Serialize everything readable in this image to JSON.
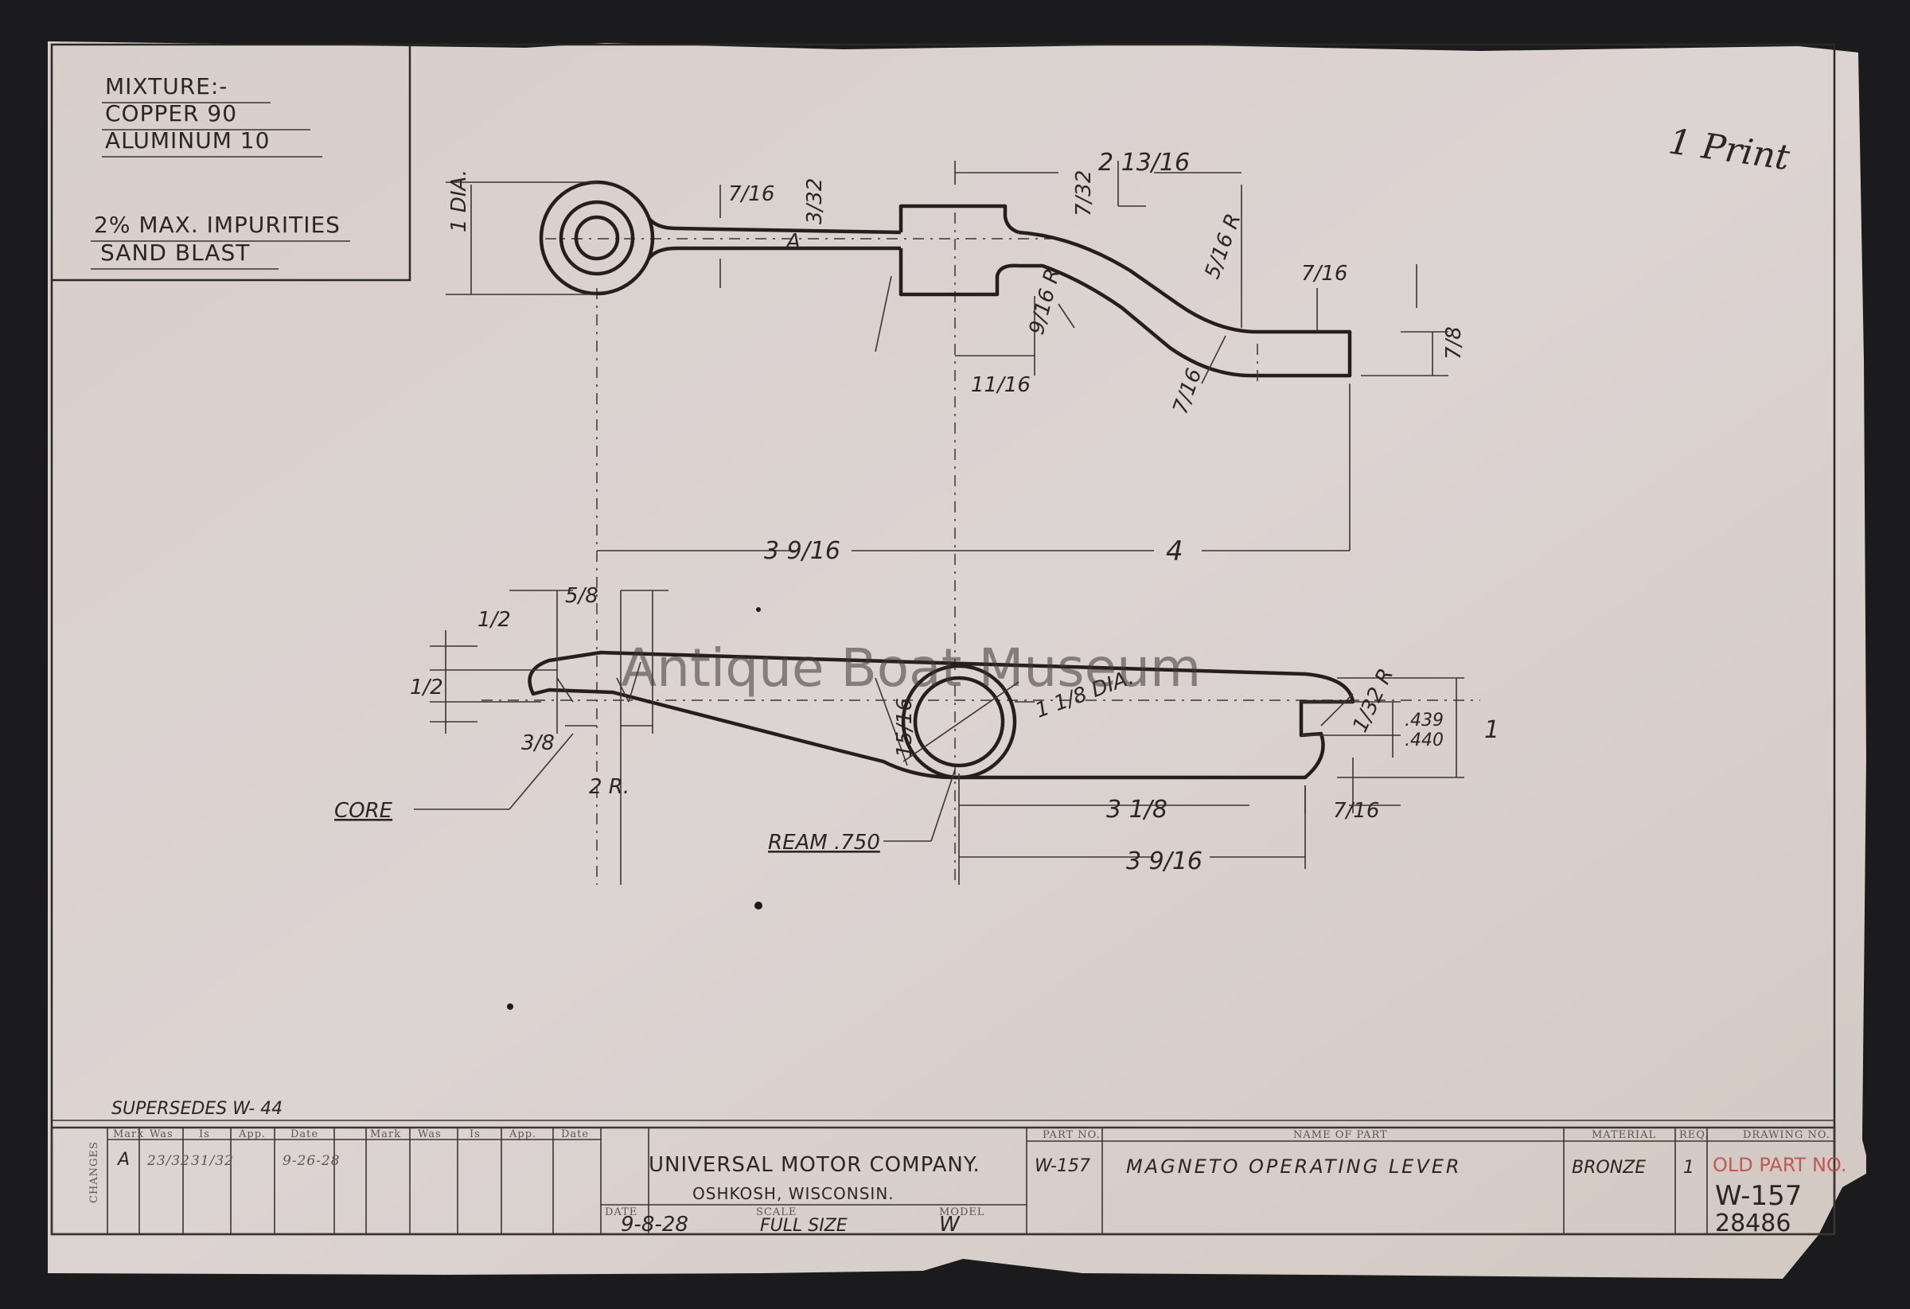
{
  "watermark": "Antique Boat Museum",
  "handwritten_note": "1 Print",
  "notes_box": {
    "mixture_label": "MIXTURE:-",
    "copper": "COPPER 90",
    "aluminum": "ALUMINUM 10",
    "impurities": "2% MAX. IMPURITIES",
    "finish": "SAND BLAST"
  },
  "dimensions": {
    "top_overall": "2 13/16",
    "eye_dia": "1 DIA.",
    "arm_7_16_left": "7/16",
    "thick_3_32": "3/32",
    "circle_a": "A",
    "hub_7_32": "7/32",
    "radius_5_16": "5/16 R",
    "end_7_16": "7/16",
    "end_7_8": "7/8",
    "radius_9_16": "9/16 R",
    "bottom_7_16": "7/16",
    "offset_11_16": "11/16",
    "span_3_9_16": "3 9/16",
    "span_4": "4",
    "tip_5_8": "5/8",
    "tip_1_2_a": "1/2",
    "tip_1_2_b": "1/2",
    "tip_3_8": "3/8",
    "radius_2": "2 R.",
    "boss_15_16": "15/16",
    "boss_dia": "1 1/8 DIA.",
    "slot_radius": "1/32 R",
    "slot_width_a": ".439",
    "slot_width_b": ".440",
    "overall_1": "1",
    "span_3_1_8": "3 1/8",
    "slot_7_16": "7/16",
    "span_3_9_16_b": "3 9/16",
    "core": "CORE",
    "ream": "REAM .750"
  },
  "title_block": {
    "supersedes": "SUPERSEDES W- 44",
    "changes_label": "CHANGES",
    "change_headers": [
      "Mark",
      "Was",
      "Is",
      "App.",
      "Date",
      "Mark",
      "Was",
      "Is",
      "App.",
      "Date"
    ],
    "change_row": {
      "mark": "A",
      "was": "23/32",
      "is": "31/32",
      "date": "9-26-28"
    },
    "company": "UNIVERSAL MOTOR COMPANY.",
    "city": "OSHKOSH, WISCONSIN.",
    "date_label": "DATE",
    "date": "9-8-28",
    "scale_label": "SCALE",
    "scale": "FULL SIZE",
    "model_label": "MODEL",
    "model": "W",
    "part_no_label": "PART NO.",
    "part_no": "W-157",
    "name_label": "NAME OF PART",
    "part_name": "MAGNETO OPERATING LEVER",
    "material_label": "MATERIAL",
    "material": "BRONZE",
    "req_label": "REQ.",
    "req": "1",
    "drawing_label": "DRAWING NO.",
    "drawing_no": "W-157",
    "old_part_stamp": "OLD PART NO.",
    "old_part_no": "28486"
  },
  "colors": {
    "paper": "#d9d0cc",
    "ink": "#2b2725",
    "stamp": "#c0443e",
    "background": "#1b1b1d"
  }
}
